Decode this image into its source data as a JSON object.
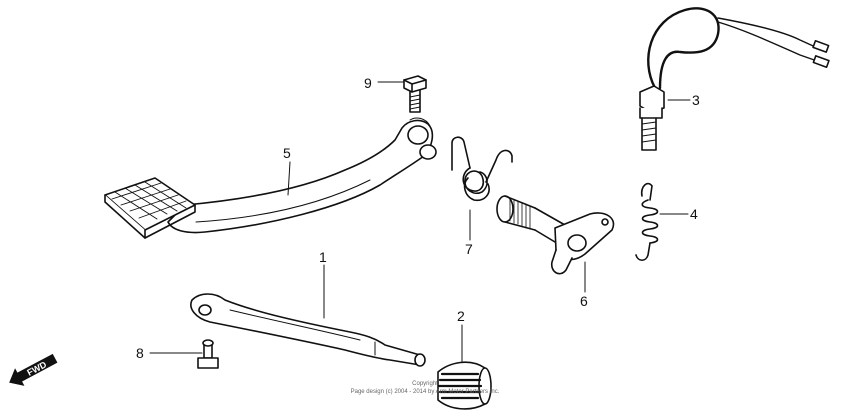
{
  "diagram": {
    "callouts": [
      {
        "id": "1",
        "label": "1"
      },
      {
        "id": "2",
        "label": "2"
      },
      {
        "id": "3",
        "label": "3"
      },
      {
        "id": "4",
        "label": "4"
      },
      {
        "id": "5",
        "label": "5"
      },
      {
        "id": "6",
        "label": "6"
      },
      {
        "id": "7",
        "label": "7"
      },
      {
        "id": "8",
        "label": "8"
      },
      {
        "id": "9",
        "label": "9"
      }
    ],
    "direction_marker": "FWD",
    "copyright_line1": "Copyright",
    "copyright_line2": "Page design (c) 2004 - 2014 by Arm Motor Partners Inc."
  },
  "colors": {
    "ink": "#111111",
    "paper": "#ffffff"
  }
}
